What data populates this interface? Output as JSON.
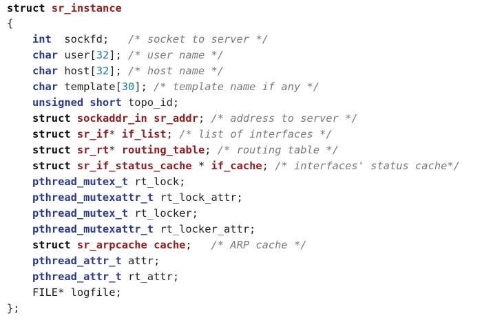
{
  "code": {
    "l1": {
      "kw": "struct",
      "sp": " ",
      "name": "sr_instance"
    },
    "l2": {
      "brace": "{"
    },
    "l3": {
      "ty": "int",
      "rest": "  sockfd;   ",
      "cm": "/* socket to server */"
    },
    "l4": {
      "ty": "char",
      "a": " user[",
      "n": "32",
      "b": "]; ",
      "cm": "/* user name */"
    },
    "l5": {
      "ty": "char",
      "a": " host[",
      "n": "32",
      "b": "]; ",
      "cm": "/* host name */"
    },
    "l6": {
      "ty": "char",
      "a": " template[",
      "n": "30",
      "b": "]; ",
      "cm": "/* template name if any */"
    },
    "l7": {
      "ty": "unsigned short",
      "rest": " topo_id;"
    },
    "l8": {
      "kw": "struct",
      "sp": " ",
      "st": "sockaddr_in sr_addr",
      "rest": "; ",
      "cm": "/* address to server */"
    },
    "l9": {
      "kw": "struct",
      "sp": " ",
      "st": "sr_if",
      "mid": "* ",
      "st2": "if_list",
      "rest": "; ",
      "cm": "/* list of interfaces */"
    },
    "l10": {
      "kw": "struct",
      "sp": " ",
      "st": "sr_rt",
      "mid": "* ",
      "st2": "routing_table",
      "rest": "; ",
      "cm": "/* routing table */"
    },
    "l11": {
      "kw": "struct",
      "sp": " ",
      "st": "sr_if_status_cache",
      "mid": " * ",
      "st2": "if_cache",
      "rest": "; ",
      "cm": "/* interfaces' status cache*/"
    },
    "l12": {
      "ty": "pthread_mutex_t",
      "rest": " rt_lock;"
    },
    "l13": {
      "ty": "pthread_mutexattr_t",
      "rest": " rt_lock_attr;"
    },
    "l14": {
      "ty": "pthread_mutex_t",
      "rest": " rt_locker;"
    },
    "l15": {
      "ty": "pthread_mutexattr_t",
      "rest": " rt_locker_attr;"
    },
    "l16": {
      "kw": "struct",
      "sp": " ",
      "st": "sr_arpcache cache",
      "rest": ";   ",
      "cm": "/* ARP cache */"
    },
    "l17": {
      "ty": "pthread_attr_t",
      "rest": " attr;"
    },
    "l18": {
      "ty": "pthread_attr_t",
      "rest": " rt_attr;"
    },
    "l19": {
      "rest": "FILE* logfile;"
    },
    "l20": {
      "rest": "};"
    }
  }
}
